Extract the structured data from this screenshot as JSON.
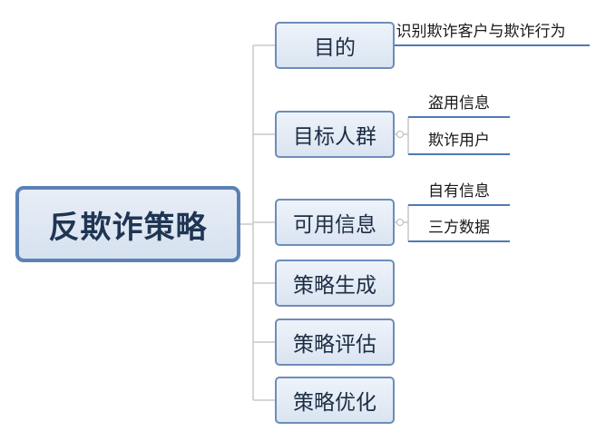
{
  "mindmap": {
    "root": "反欺诈策略",
    "branches": [
      {
        "label": "目的",
        "children": [
          "识别欺诈客户与欺诈行为"
        ]
      },
      {
        "label": "目标人群",
        "children": [
          "盗用信息",
          "欺诈用户"
        ]
      },
      {
        "label": "可用信息",
        "children": [
          "自有信息",
          "三方数据"
        ]
      },
      {
        "label": "策略生成",
        "children": []
      },
      {
        "label": "策略评估",
        "children": []
      },
      {
        "label": "策略优化",
        "children": []
      }
    ]
  },
  "colors": {
    "accent": "#5b82b6",
    "connector": "#c9c9c9",
    "leaf_underline": "#4f7ab5"
  }
}
